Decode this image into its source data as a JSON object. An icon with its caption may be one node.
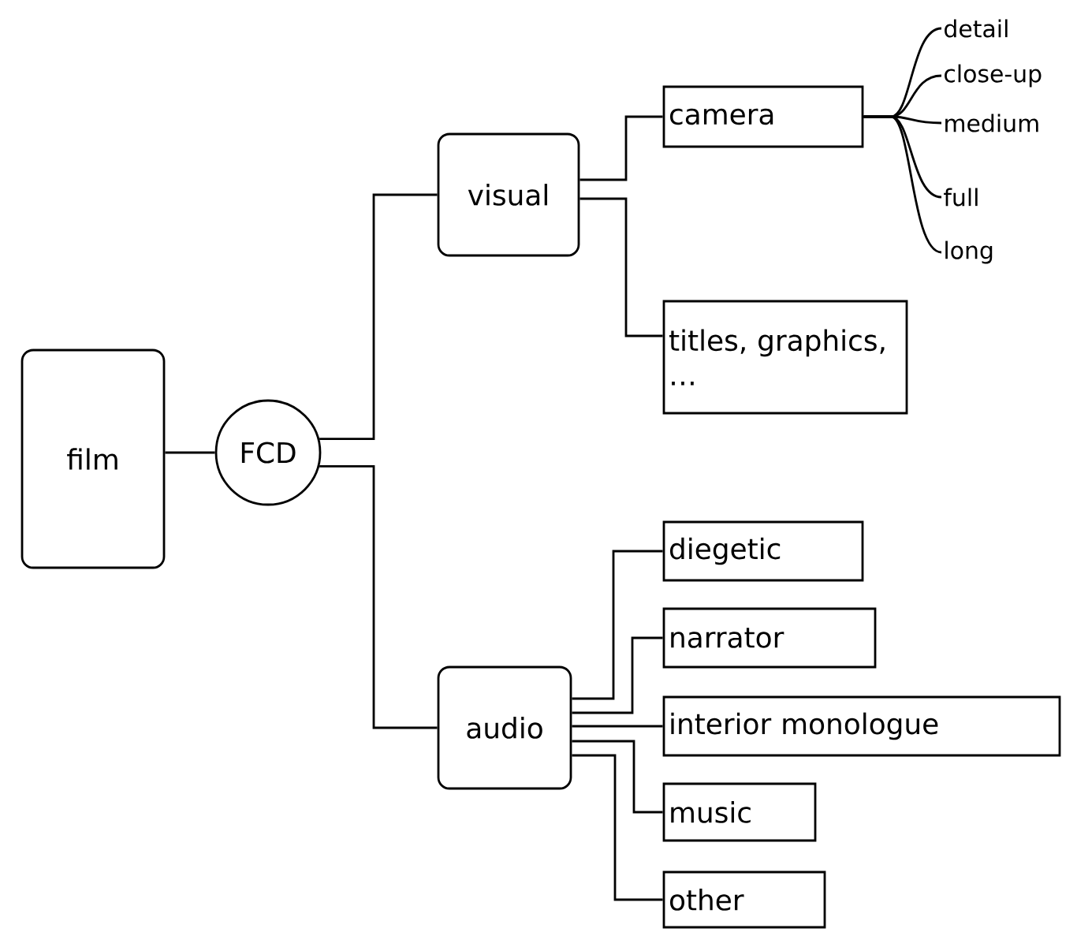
{
  "diagram": {
    "nodes": [
      {
        "text": [
          "film"
        ]
      },
      {
        "text": [
          "FCD"
        ]
      },
      {
        "text": [
          "visual"
        ]
      },
      {
        "text": [
          "camera"
        ]
      },
      {
        "text": [
          "titles, graphics, …"
        ]
      },
      {
        "text": [
          "detail"
        ]
      },
      {
        "text": [
          "close-up"
        ]
      },
      {
        "text": [
          "medium"
        ]
      },
      {
        "text": [
          "full"
        ]
      },
      {
        "text": [
          "long"
        ]
      },
      {
        "text": [
          "audio"
        ]
      },
      {
        "text": [
          "diegetic"
        ]
      },
      {
        "text": [
          "narrator"
        ]
      },
      {
        "text": [
          "interior monologue"
        ]
      },
      {
        "text": [
          "music"
        ]
      },
      {
        "text": [
          "other"
        ]
      }
    ],
    "edges": [
      {
        "from": 0,
        "to": 1,
        "arrow": "none"
      },
      {
        "from": 1,
        "to": 2,
        "arrow": "none"
      },
      {
        "from": 1,
        "to": 10,
        "arrow": "none"
      },
      {
        "from": 2,
        "to": 3,
        "arrow": "none"
      },
      {
        "from": 2,
        "to": 4,
        "arrow": "none"
      },
      {
        "from": 3,
        "to": 5,
        "arrow": "none"
      },
      {
        "from": 3,
        "to": 6,
        "arrow": "none"
      },
      {
        "from": 3,
        "to": 7,
        "arrow": "none"
      },
      {
        "from": 3,
        "to": 8,
        "arrow": "none"
      },
      {
        "from": 3,
        "to": 9,
        "arrow": "none"
      },
      {
        "from": 10,
        "to": 11,
        "arrow": "none"
      },
      {
        "from": 10,
        "to": 12,
        "arrow": "none"
      },
      {
        "from": 10,
        "to": 13,
        "arrow": "none"
      },
      {
        "from": 10,
        "to": 14,
        "arrow": "none"
      },
      {
        "from": 10,
        "to": 15,
        "arrow": "none"
      }
    ]
  }
}
